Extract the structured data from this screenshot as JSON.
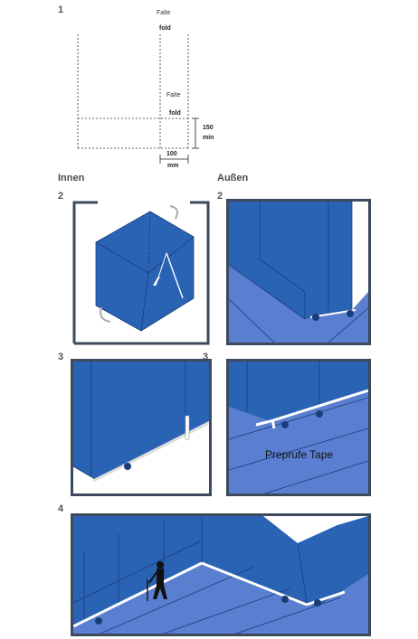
{
  "steps": {
    "s1": "1",
    "s2a": "2",
    "s2b": "2",
    "s3a": "3",
    "s3b": "3",
    "s4": "4"
  },
  "headings": {
    "inside": "Innen",
    "outside": "Außen"
  },
  "diagram1": {
    "fold_label_top": "Falte",
    "fold_label_top_sub": "fold",
    "fold_label_mid": "Falte",
    "fold_label_mid_sub": "fold",
    "dim_right_value": "150",
    "dim_right_unit": "min",
    "dim_bottom_value": "100",
    "dim_bottom_unit": "mm"
  },
  "panel3b": {
    "tape_label": "Preprufe Tape"
  },
  "colors": {
    "membrane": "#2a63b4",
    "floor": "#5b7fd0",
    "frame": "#3c4a5c",
    "line": "#1a3d7a"
  }
}
